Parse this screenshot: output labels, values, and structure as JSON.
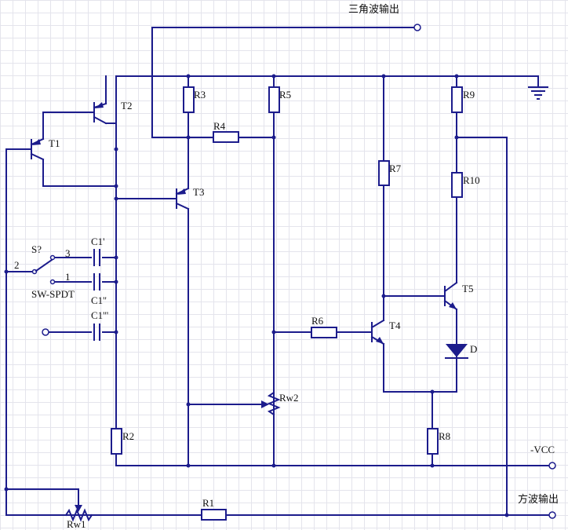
{
  "io": {
    "triangle_out": "三角波输出",
    "square_out": "方波输出",
    "neg_vcc": "-VCC"
  },
  "transistors": {
    "t1": "T1",
    "t2": "T2",
    "t3": "T3",
    "t4": "T4",
    "t5": "T5"
  },
  "resistors": {
    "r1": "R1",
    "r2": "R2",
    "r3": "R3",
    "r4": "R4",
    "r5": "R5",
    "r6": "R6",
    "r7": "R7",
    "r8": "R8",
    "r9": "R9",
    "r10": "R10",
    "rw1": "Rw1",
    "rw2": "Rw2"
  },
  "capacitors": {
    "c1a": "C1'",
    "c1b": "C1''",
    "c1c": "C1'''"
  },
  "switch": {
    "ref": "S?",
    "part": "SW-SPDT",
    "pin_common": "2",
    "pin_a": "3",
    "pin_b": "1"
  },
  "diode": {
    "ref": "D"
  }
}
